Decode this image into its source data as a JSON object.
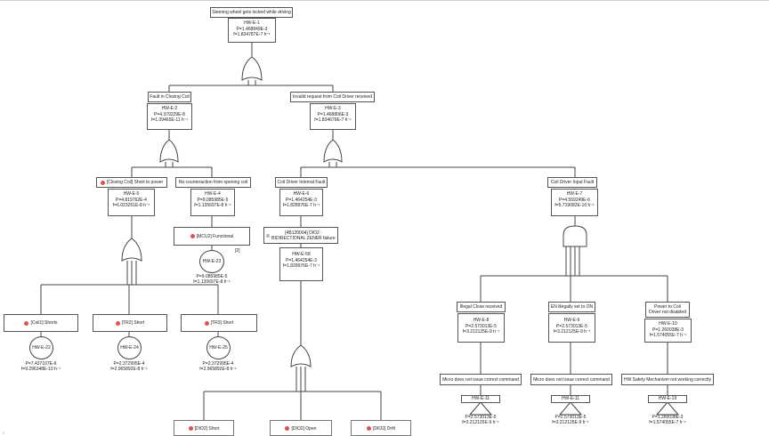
{
  "top_event": {
    "title": "Steering wheel gets locked while driving",
    "id": "HW-E-1",
    "p": "P=1.468849E-3",
    "f": "f=1.834787E-7 h⁻¹"
  },
  "level1": [
    {
      "key": "closing_coil",
      "title": "Fault in Closing Coil",
      "id": "HW-E-2",
      "p": "P=4.379229E-8",
      "f": "f=1.09465E-11 h⁻¹"
    },
    {
      "key": "invalid_request",
      "title": "Invalid request from Coil Driver received",
      "id": "HW-E-3",
      "p": "P=1.468806E-3",
      "f": "f=1.834679E-7 h⁻¹"
    }
  ],
  "closing_coil_children": [
    {
      "title": "[Closing Coil] Short to power",
      "id": "HW-E-5",
      "p": "P=4.819762E-4",
      "f": "f=6.023251E-8 h⁻¹",
      "red": true
    },
    {
      "title": "No counteraction from opening coil",
      "id": "HW-E-4",
      "p": "P=9.085985E-5",
      "f": "f=1.135697E-8 h⁻¹",
      "red": false
    }
  ],
  "mcu2": {
    "title": "[MCU2] Functional",
    "ref": "[2]",
    "id": "HW-E-23",
    "p": "P=9.085985E-5",
    "f": "f=1.135697E-8 h⁻¹"
  },
  "coil_short_children": [
    {
      "title": "[Coil1] Shorts",
      "id": "HW-E-22",
      "p": "P=7.437107E-6",
      "f": "f=9.296348E-10 h⁻¹"
    },
    {
      "title": "[TR2] Short",
      "id": "HW-E-24",
      "p": "P=2.372995E-4",
      "f": "f=2.965892E-8 h⁻¹"
    },
    {
      "title": "[TR3] Short",
      "id": "HW-E-25",
      "p": "P=2.372995E-4",
      "f": "f=2.965892E-8 h⁻¹"
    }
  ],
  "invalid_request_children": [
    {
      "title": "Coil Driver Internal Fault",
      "id": "HW-E-6",
      "p": "P=1.464254E-3",
      "f": "f=1.828976E-7 h⁻¹"
    },
    {
      "title": "Coil Driver Input Fault",
      "id": "HW-E-7",
      "p": "P=4.559249E-6",
      "f": "f=5.719082E-10 h⁻¹"
    }
  ],
  "dio2": {
    "title": "[4B120004] DIO2 : BIDIRECTIONAL ZENER failure",
    "id": "HW-E-58",
    "p": "P=1.464254E-3",
    "f": "f=1.828976E-7 h⁻¹"
  },
  "dio2_children": [
    "[DIO2] Short",
    "[DIO2] Open",
    "[DIO2] Drift"
  ],
  "input_fault_children": [
    {
      "title": "Illegal Close received",
      "id": "HW-E-8",
      "p": "P=2.573013E-5",
      "f": "f=3.212125E-9 h⁻¹",
      "sub_title": "Micro does not issue correct command",
      "sub_id": "HW-E-11",
      "sub_p": "P=2.573013E-5",
      "sub_f": "f=3.212125E-9 h⁻¹"
    },
    {
      "title": "EN illegally set to ON",
      "id": "HW-E-9",
      "p": "P=2.573013E-5",
      "f": "f=3.212125E-9 h⁻¹",
      "sub_title": "Micro does not issue correct command",
      "sub_id": "HW-E-11",
      "sub_p": "P=2.573013E-5",
      "sub_f": "f=3.212125E-9 h⁻¹"
    },
    {
      "title": "Power to Coil Driver not disabled",
      "id": "HW-E-10",
      "p": "P=1.260038E-3",
      "f": "f=1.574055E-7 h⁻¹",
      "sub_title": "HW Safety Mechanism not working correctly",
      "sub_id": "HW-E-19",
      "sub_p": "P=1.260038E-3",
      "sub_f": "f=1.574055E-7 h⁻¹"
    }
  ],
  "colors": {
    "line": "#444444",
    "gate_fill": "#ffffff",
    "basic_event_marker": "#d9534f",
    "undeveloped_marker": "#bbbbbb"
  },
  "status": {
    "resize_handle": "⌟"
  }
}
